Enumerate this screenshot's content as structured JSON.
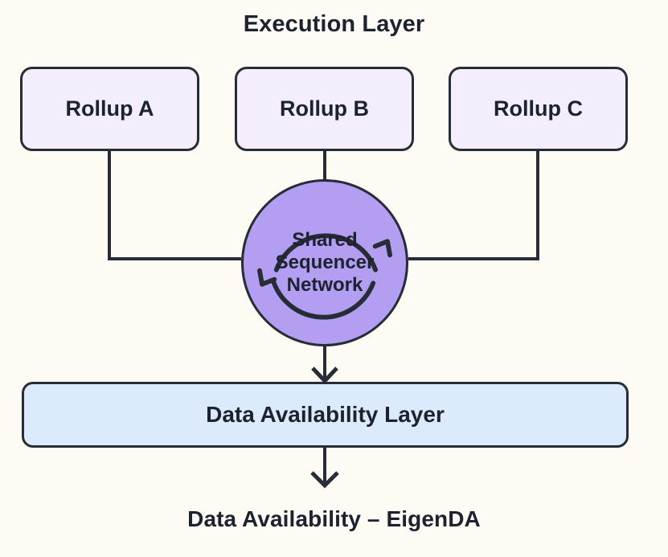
{
  "diagram": {
    "title": "Execution Layer",
    "bottom_caption": "Data Availability – EigenDA",
    "colors": {
      "background": "#fdfbf4",
      "stroke": "#272c36",
      "text": "#1c2230",
      "rollup_fill": "#f4eefc",
      "sequencer_fill": "#b49ef1",
      "da_layer_fill": "#dcebfb"
    },
    "execution_layer": {
      "rollups": [
        {
          "label": "Rollup A"
        },
        {
          "label": "Rollup B"
        },
        {
          "label": "Rollup C"
        }
      ]
    },
    "sequencer": {
      "label": "Shared\nSequencer\nNetwork",
      "line1": "Shared",
      "line2": "Sequencer",
      "line3": "Network"
    },
    "data_availability": {
      "label": "Data Availability Layer"
    }
  }
}
